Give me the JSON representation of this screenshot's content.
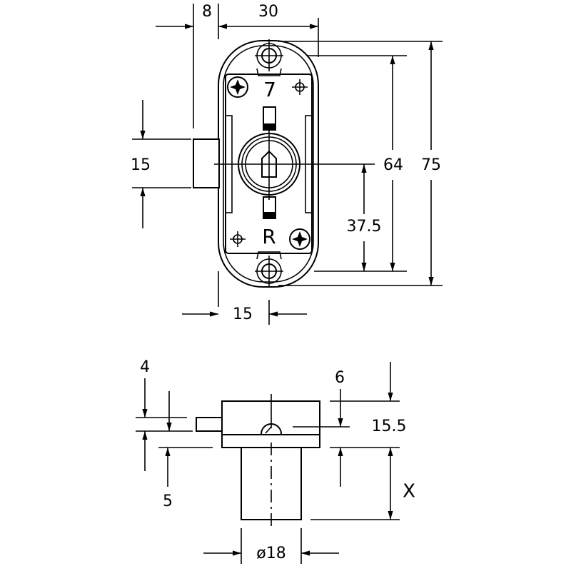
{
  "drawing": {
    "top_view": {
      "dims": {
        "offset": "8",
        "width": "30",
        "bolt_height": "15",
        "hole_spacing": "64",
        "total_height": "75",
        "center_to_hole": "37.5",
        "center_offset": "15"
      },
      "marks": {
        "left": "7",
        "right": "R"
      }
    },
    "side_view": {
      "dims": {
        "bolt_thickness": "4",
        "plate": "5",
        "pin_offset": "6",
        "body_height": "15.5",
        "cylinder_length": "X",
        "cylinder_diameter": "ø18"
      }
    },
    "line_color": "#000000",
    "background": "#ffffff"
  }
}
